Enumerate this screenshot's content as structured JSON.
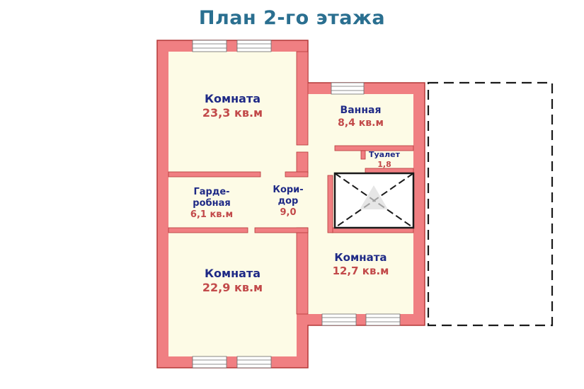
{
  "title": "План 2-го этажа",
  "colors": {
    "wall": "#f07f82",
    "wall_edge": "#b43838",
    "floor": "#fdfbe6",
    "room_name": "#1f2a86",
    "room_area": "#c24a4a",
    "title": "#2a6f90"
  },
  "rooms": {
    "room_top": {
      "name": "Комната",
      "area": "23,3 кв.м"
    },
    "bathroom": {
      "name": "Ванная",
      "area": "8,4 кв.м"
    },
    "toilet": {
      "name": "Туалет",
      "area": "1,8"
    },
    "wardrobe": {
      "name_line1": "Гарде-",
      "name_line2": "робная",
      "area": "6,1 кв.м"
    },
    "corridor": {
      "name_line1": "Кори-",
      "name_line2": "дор",
      "area": "9,0"
    },
    "room_bottom": {
      "name": "Комната",
      "area": "22,9 кв.м"
    },
    "room_right": {
      "name": "Комната",
      "area": "12,7 кв.м"
    }
  }
}
